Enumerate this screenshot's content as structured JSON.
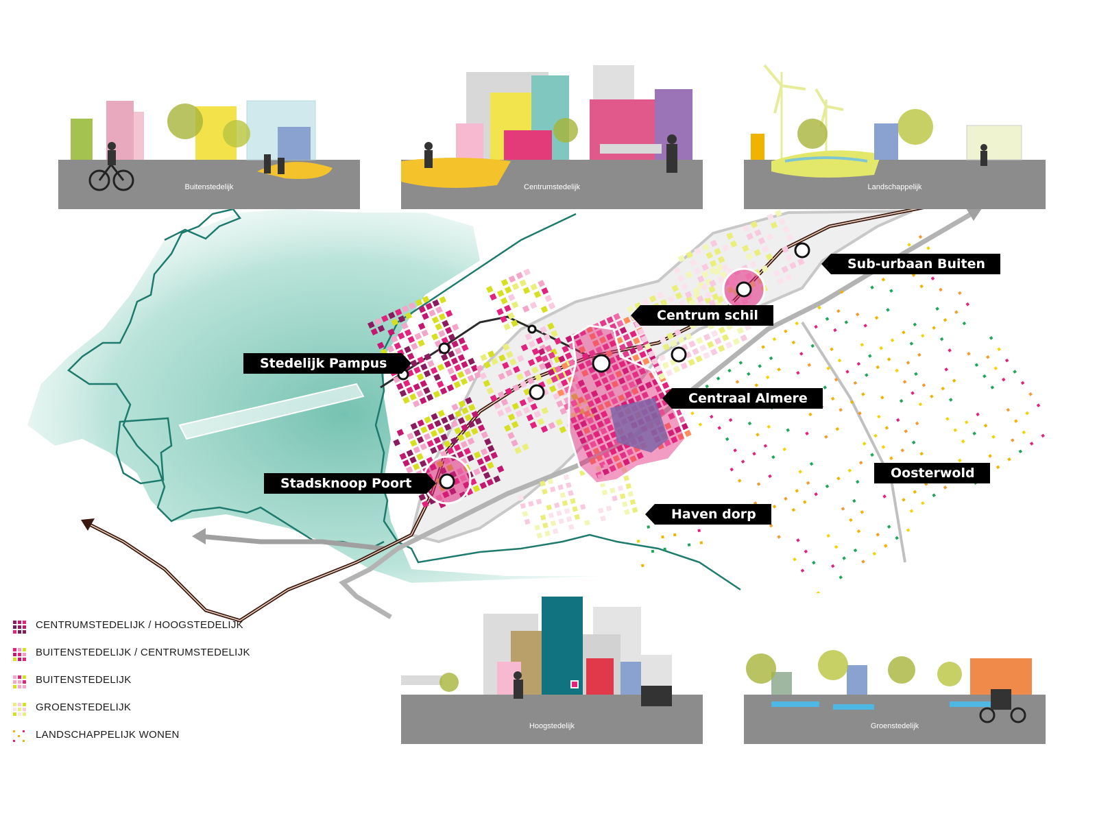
{
  "panels": [
    {
      "id": "buitenstedelijk",
      "caption": "Buitenstedelijk"
    },
    {
      "id": "centrumstedelijk",
      "caption": "Centrumstedelijk"
    },
    {
      "id": "landschappelijk",
      "caption": "Landschappelijk"
    },
    {
      "id": "hoogstedelijk",
      "caption": "Hoogstedelijk"
    },
    {
      "id": "groenstedelijk",
      "caption": "Groenstedelijk"
    }
  ],
  "districts": {
    "sub_urbaan_buiten": "Sub-urbaan Buiten",
    "centrum_schil": "Centrum schil",
    "stedelijk_pampus": "Stedelijk Pampus",
    "centraal_almere": "Centraal Almere",
    "oosterwold": "Oosterwold",
    "stadsknoop_poort": "Stadsknoop Poort",
    "haven_dorp": "Haven dorp"
  },
  "legend": [
    {
      "label": "CENTRUMSTEDELIJK / HOOGSTEDELIJK",
      "colors": [
        "#8a1c5e",
        "#c2186f",
        "#e2237d",
        "#6d1e58"
      ]
    },
    {
      "label": "BUITENSTEDELIJK / CENTRUMSTEDELIJK",
      "colors": [
        "#e2237d",
        "#f29bc4",
        "#d7df23",
        "#c2186f"
      ]
    },
    {
      "label": "BUITENSTEDELIJK",
      "colors": [
        "#f3a6c9",
        "#e2237d",
        "#d7df23",
        "#f3a6c9"
      ]
    },
    {
      "label": "GROENSTEDELIJK",
      "colors": [
        "#e9ef7a",
        "#f9c9df",
        "#d7df23",
        "#fbe3ee"
      ]
    },
    {
      "label": "LANDSCHAPPELIJK WONEN",
      "colors": [
        "#f0b400",
        "#1fa65a",
        "#e2237d",
        "#f3d400"
      ]
    }
  ],
  "colors": {
    "water": "#8fcfc1",
    "coast": "#1d7a6c",
    "magenta": "#e2237d",
    "pink": "#f3a6c9",
    "lime": "#d7df23",
    "road": "#b9b9b9",
    "rail": "#3a1a10",
    "ground": "#8a8a8a"
  }
}
